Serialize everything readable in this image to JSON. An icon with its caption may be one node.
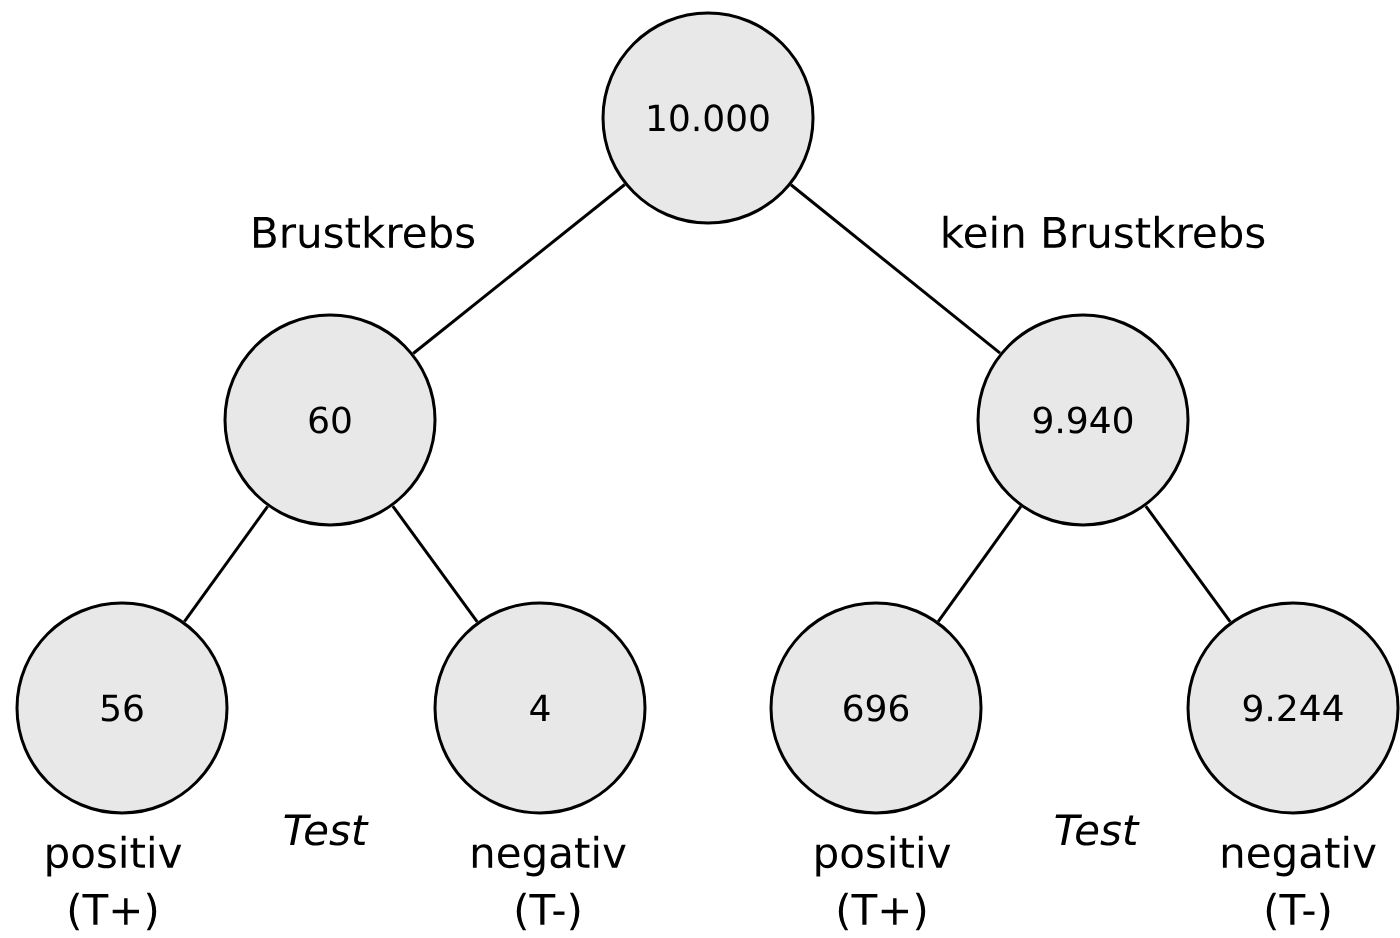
{
  "diagram": {
    "nodes": [
      {
        "text": [
          "10.000"
        ]
      },
      {
        "text": [
          "60"
        ]
      },
      {
        "text": [
          "9.940"
        ]
      },
      {
        "text": [
          "56"
        ],
        "beside": [
          "positiv (T+)"
        ]
      },
      {
        "text": [
          "4"
        ],
        "beside": [
          "negativ (T-)"
        ]
      },
      {
        "text": [
          "696"
        ],
        "beside": [
          "positiv (T+)"
        ]
      },
      {
        "text": [
          "9.244"
        ],
        "beside": [
          "negativ (T-)"
        ]
      }
    ],
    "edges": [
      {
        "from": 0,
        "to": 1,
        "arrow": "none",
        "label": "Brustkrebs"
      },
      {
        "from": 0,
        "to": 2,
        "arrow": "none",
        "label": "kein Brustkrebs"
      },
      {
        "from": 1,
        "to": 3,
        "arrow": "none"
      },
      {
        "from": 1,
        "to": 4,
        "arrow": "none"
      },
      {
        "from": 2,
        "to": 5,
        "arrow": "none"
      },
      {
        "from": 2,
        "to": 6,
        "arrow": "none"
      }
    ],
    "labels": [
      "Test",
      "Test"
    ]
  }
}
